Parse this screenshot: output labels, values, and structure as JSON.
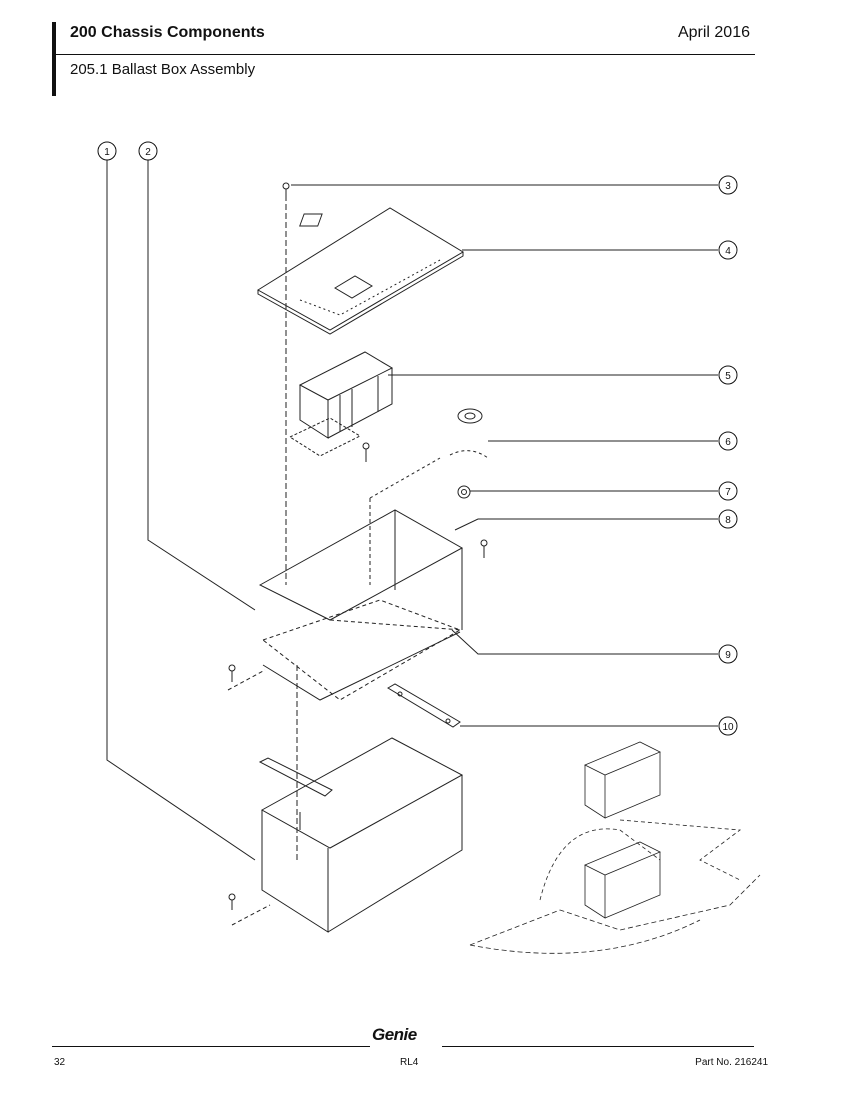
{
  "header": {
    "section_title": "200 Chassis Components",
    "date": "April 2016",
    "subsection_title": "205.1 Ballast Box Assembly"
  },
  "callouts": [
    "1",
    "2",
    "3",
    "4",
    "5",
    "6",
    "7",
    "8",
    "9",
    "10"
  ],
  "footer": {
    "logo": "Genie",
    "page_number": "32",
    "model": "RL4",
    "part_number": "Part No. 216241"
  }
}
